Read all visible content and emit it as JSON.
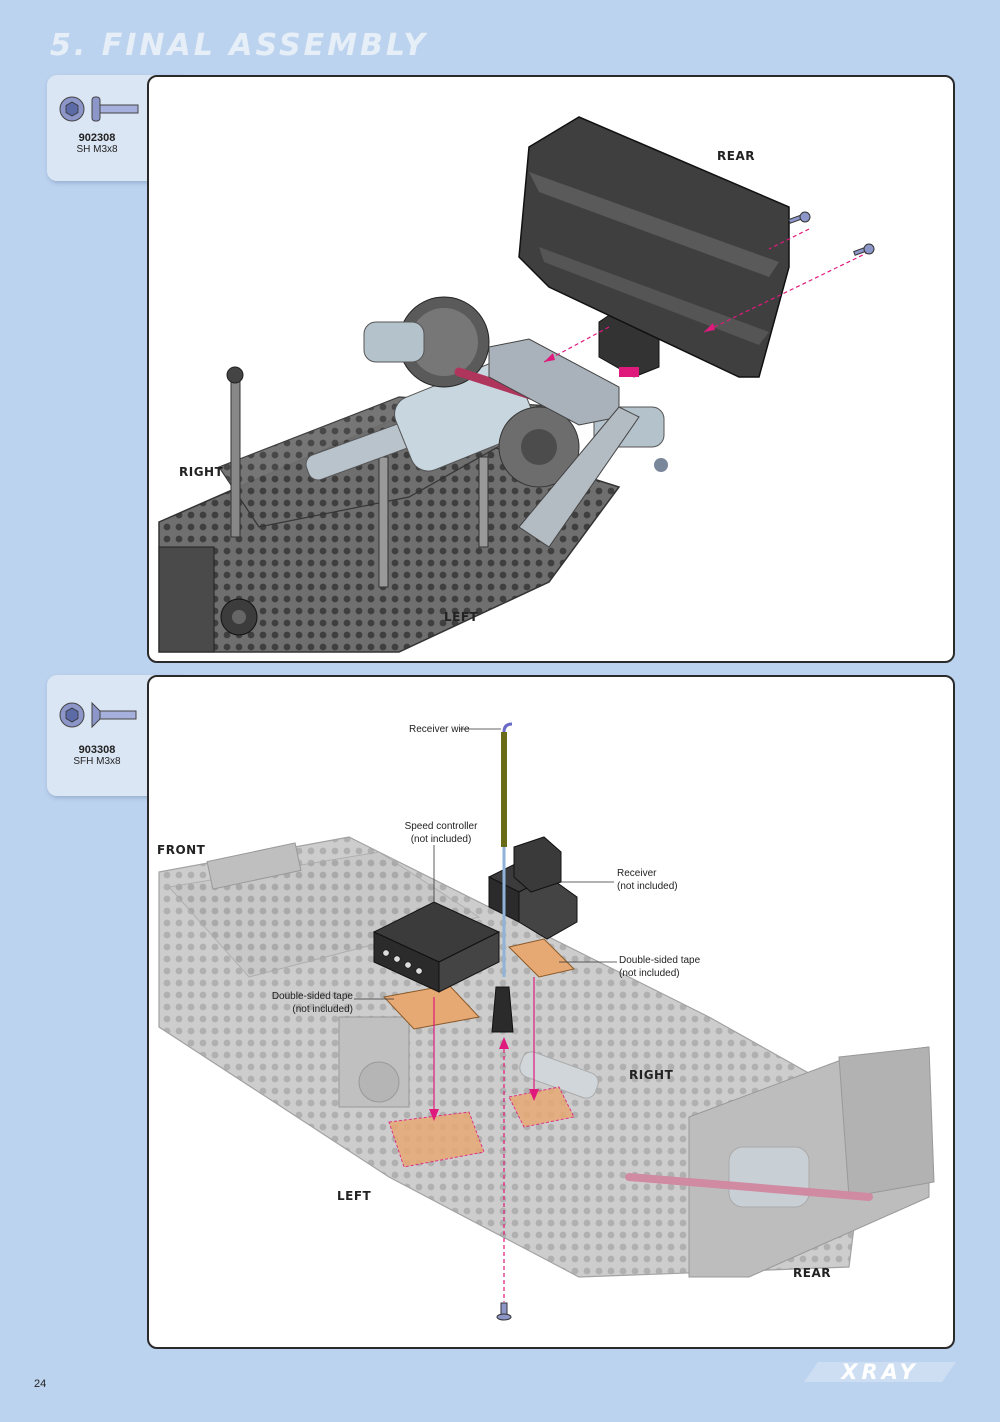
{
  "header": {
    "title": "5. FINAL ASSEMBLY"
  },
  "steps": [
    {
      "part": {
        "number": "902308",
        "description": "SH M3x8",
        "icon": "socket-head-screw-icon"
      },
      "labels": {
        "rear": "REAR",
        "right": "RIGHT",
        "left": "LEFT"
      }
    },
    {
      "part": {
        "number": "903308",
        "description": "SFH M3x8",
        "icon": "flat-head-screw-icon"
      },
      "labels": {
        "front": "FRONT",
        "right": "RIGHT",
        "left": "LEFT",
        "rear": "REAR"
      },
      "callouts": {
        "receiver_wire": "Receiver wire",
        "speed_controller_1": "Speed controller",
        "speed_controller_2": "(not included)",
        "receiver_1": "Receiver",
        "receiver_2": "(not included)",
        "tape_right_1": "Double-sided tape",
        "tape_right_2": "(not included)",
        "tape_left_1": "Double-sided tape",
        "tape_left_2": "(not included)"
      }
    }
  ],
  "footer": {
    "page_number": "24",
    "brand": "XRAY"
  },
  "colors": {
    "background": "#bcd3ef",
    "arrow": "#e0197c",
    "tape": "#e7a974",
    "screw": "#8c96c8"
  }
}
